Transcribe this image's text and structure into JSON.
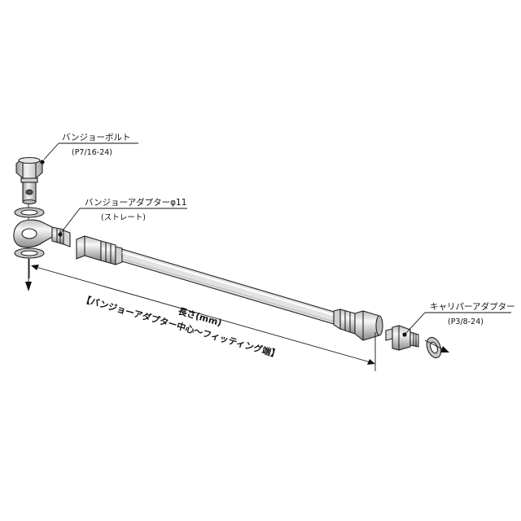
{
  "labels": {
    "banjo_bolt": {
      "name": "バンジョーボルト",
      "spec": "(P7/16-24)"
    },
    "banjo_adapter": {
      "name": "バンジョーアダプターφ11",
      "spec": "(ストレート)"
    },
    "caliper_adapter": {
      "name": "キャリパーアダプター",
      "spec": "(P3/8-24)"
    }
  },
  "dimension": {
    "length": "長さ(mm)",
    "definition": "【バンジョーアダプター中心～フィッティング端】"
  },
  "colors": {
    "outline": "#222222",
    "metal_light": "#f2f2f2",
    "metal_dark": "#9a9a9a",
    "hose": "#dcdcdc"
  }
}
